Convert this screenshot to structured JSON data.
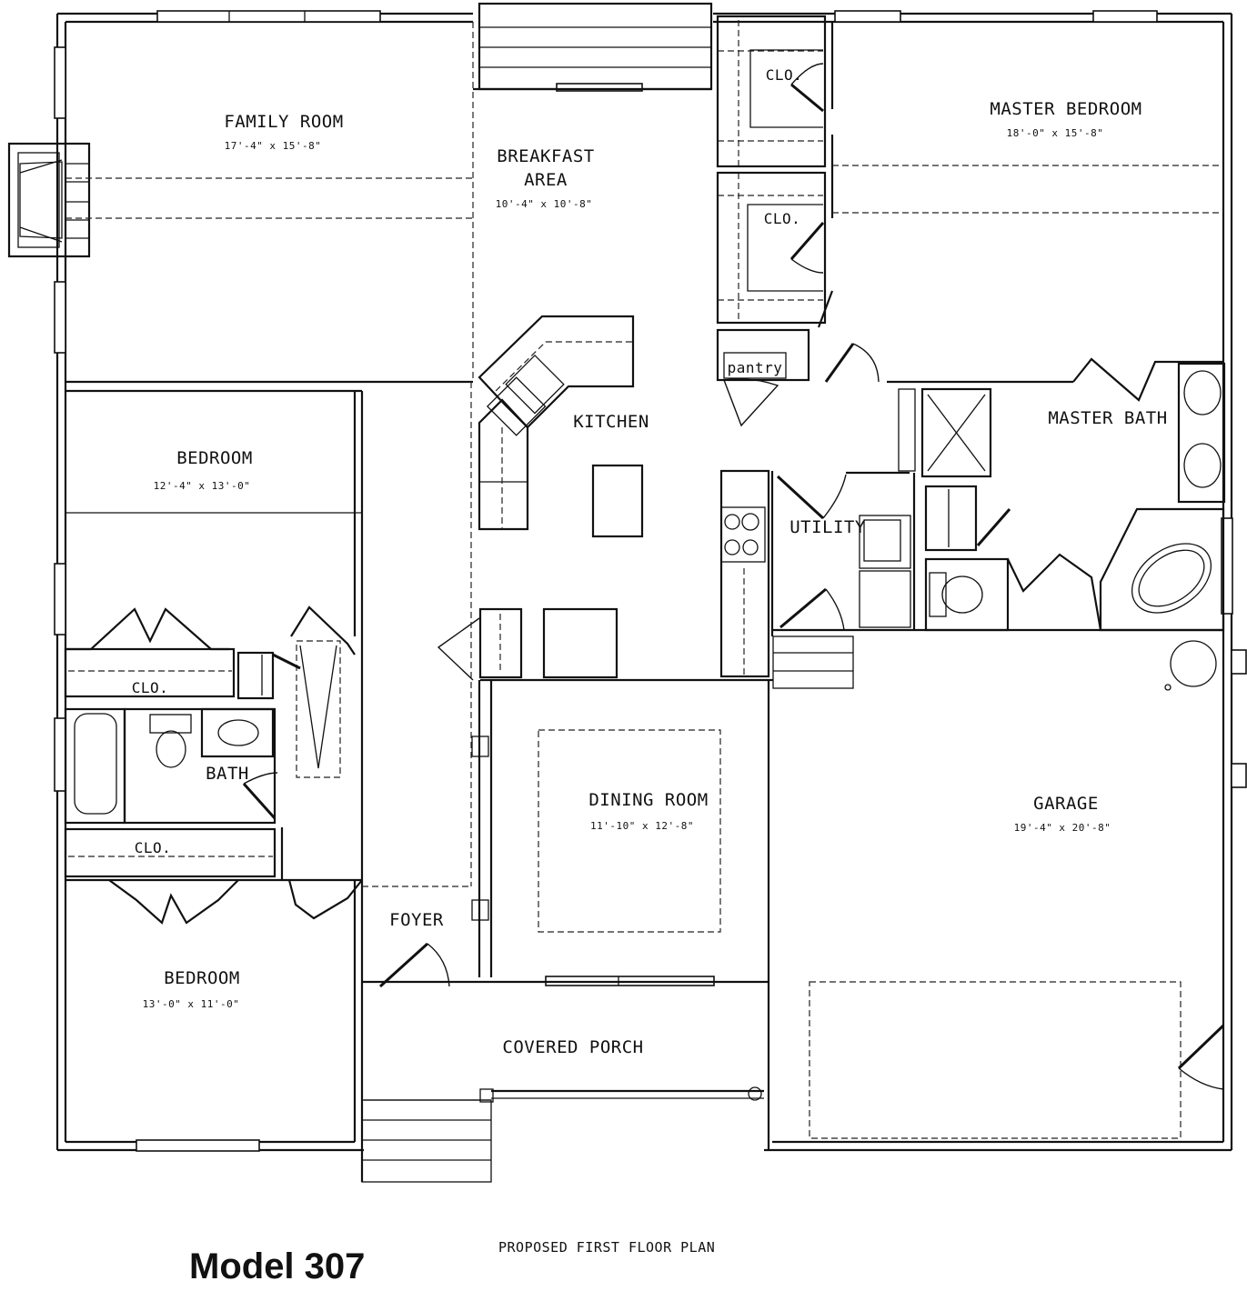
{
  "plan": {
    "model_label": "Model 307",
    "subtitle": "PROPOSED FIRST FLOOR PLAN"
  },
  "rooms": {
    "family_room": {
      "name": "FAMILY ROOM",
      "dims": "17'-4\" x 15'-8\""
    },
    "breakfast_area": {
      "name_line1": "BREAKFAST",
      "name_line2": "AREA",
      "dims": "10'-4\" x 10'-8\""
    },
    "master_bedroom": {
      "name": "MASTER BEDROOM",
      "dims": "18'-0\" x 15'-8\""
    },
    "bedroom_1": {
      "name": "BEDROOM",
      "dims": "12'-4\" x 13'-0\""
    },
    "bedroom_2": {
      "name": "BEDROOM",
      "dims": "13'-0\" x 11'-0\""
    },
    "kitchen": {
      "name": "KITCHEN"
    },
    "master_bath": {
      "name": "MASTER BATH"
    },
    "utility": {
      "name": "UTILITY"
    },
    "pantry": {
      "name": "pantry"
    },
    "closet_master_1": {
      "name": "CLO."
    },
    "closet_master_2": {
      "name": "CLO."
    },
    "closet_bed_1": {
      "name": "CLO."
    },
    "closet_bed_2": {
      "name": "CLO."
    },
    "bath": {
      "name": "BATH"
    },
    "dining_room": {
      "name": "DINING ROOM",
      "dims": "11'-10\" x 12'-8\""
    },
    "garage": {
      "name": "GARAGE",
      "dims": "19'-4\" x 20'-8\""
    },
    "foyer": {
      "name": "FOYER"
    },
    "covered_porch": {
      "name": "COVERED PORCH"
    }
  }
}
